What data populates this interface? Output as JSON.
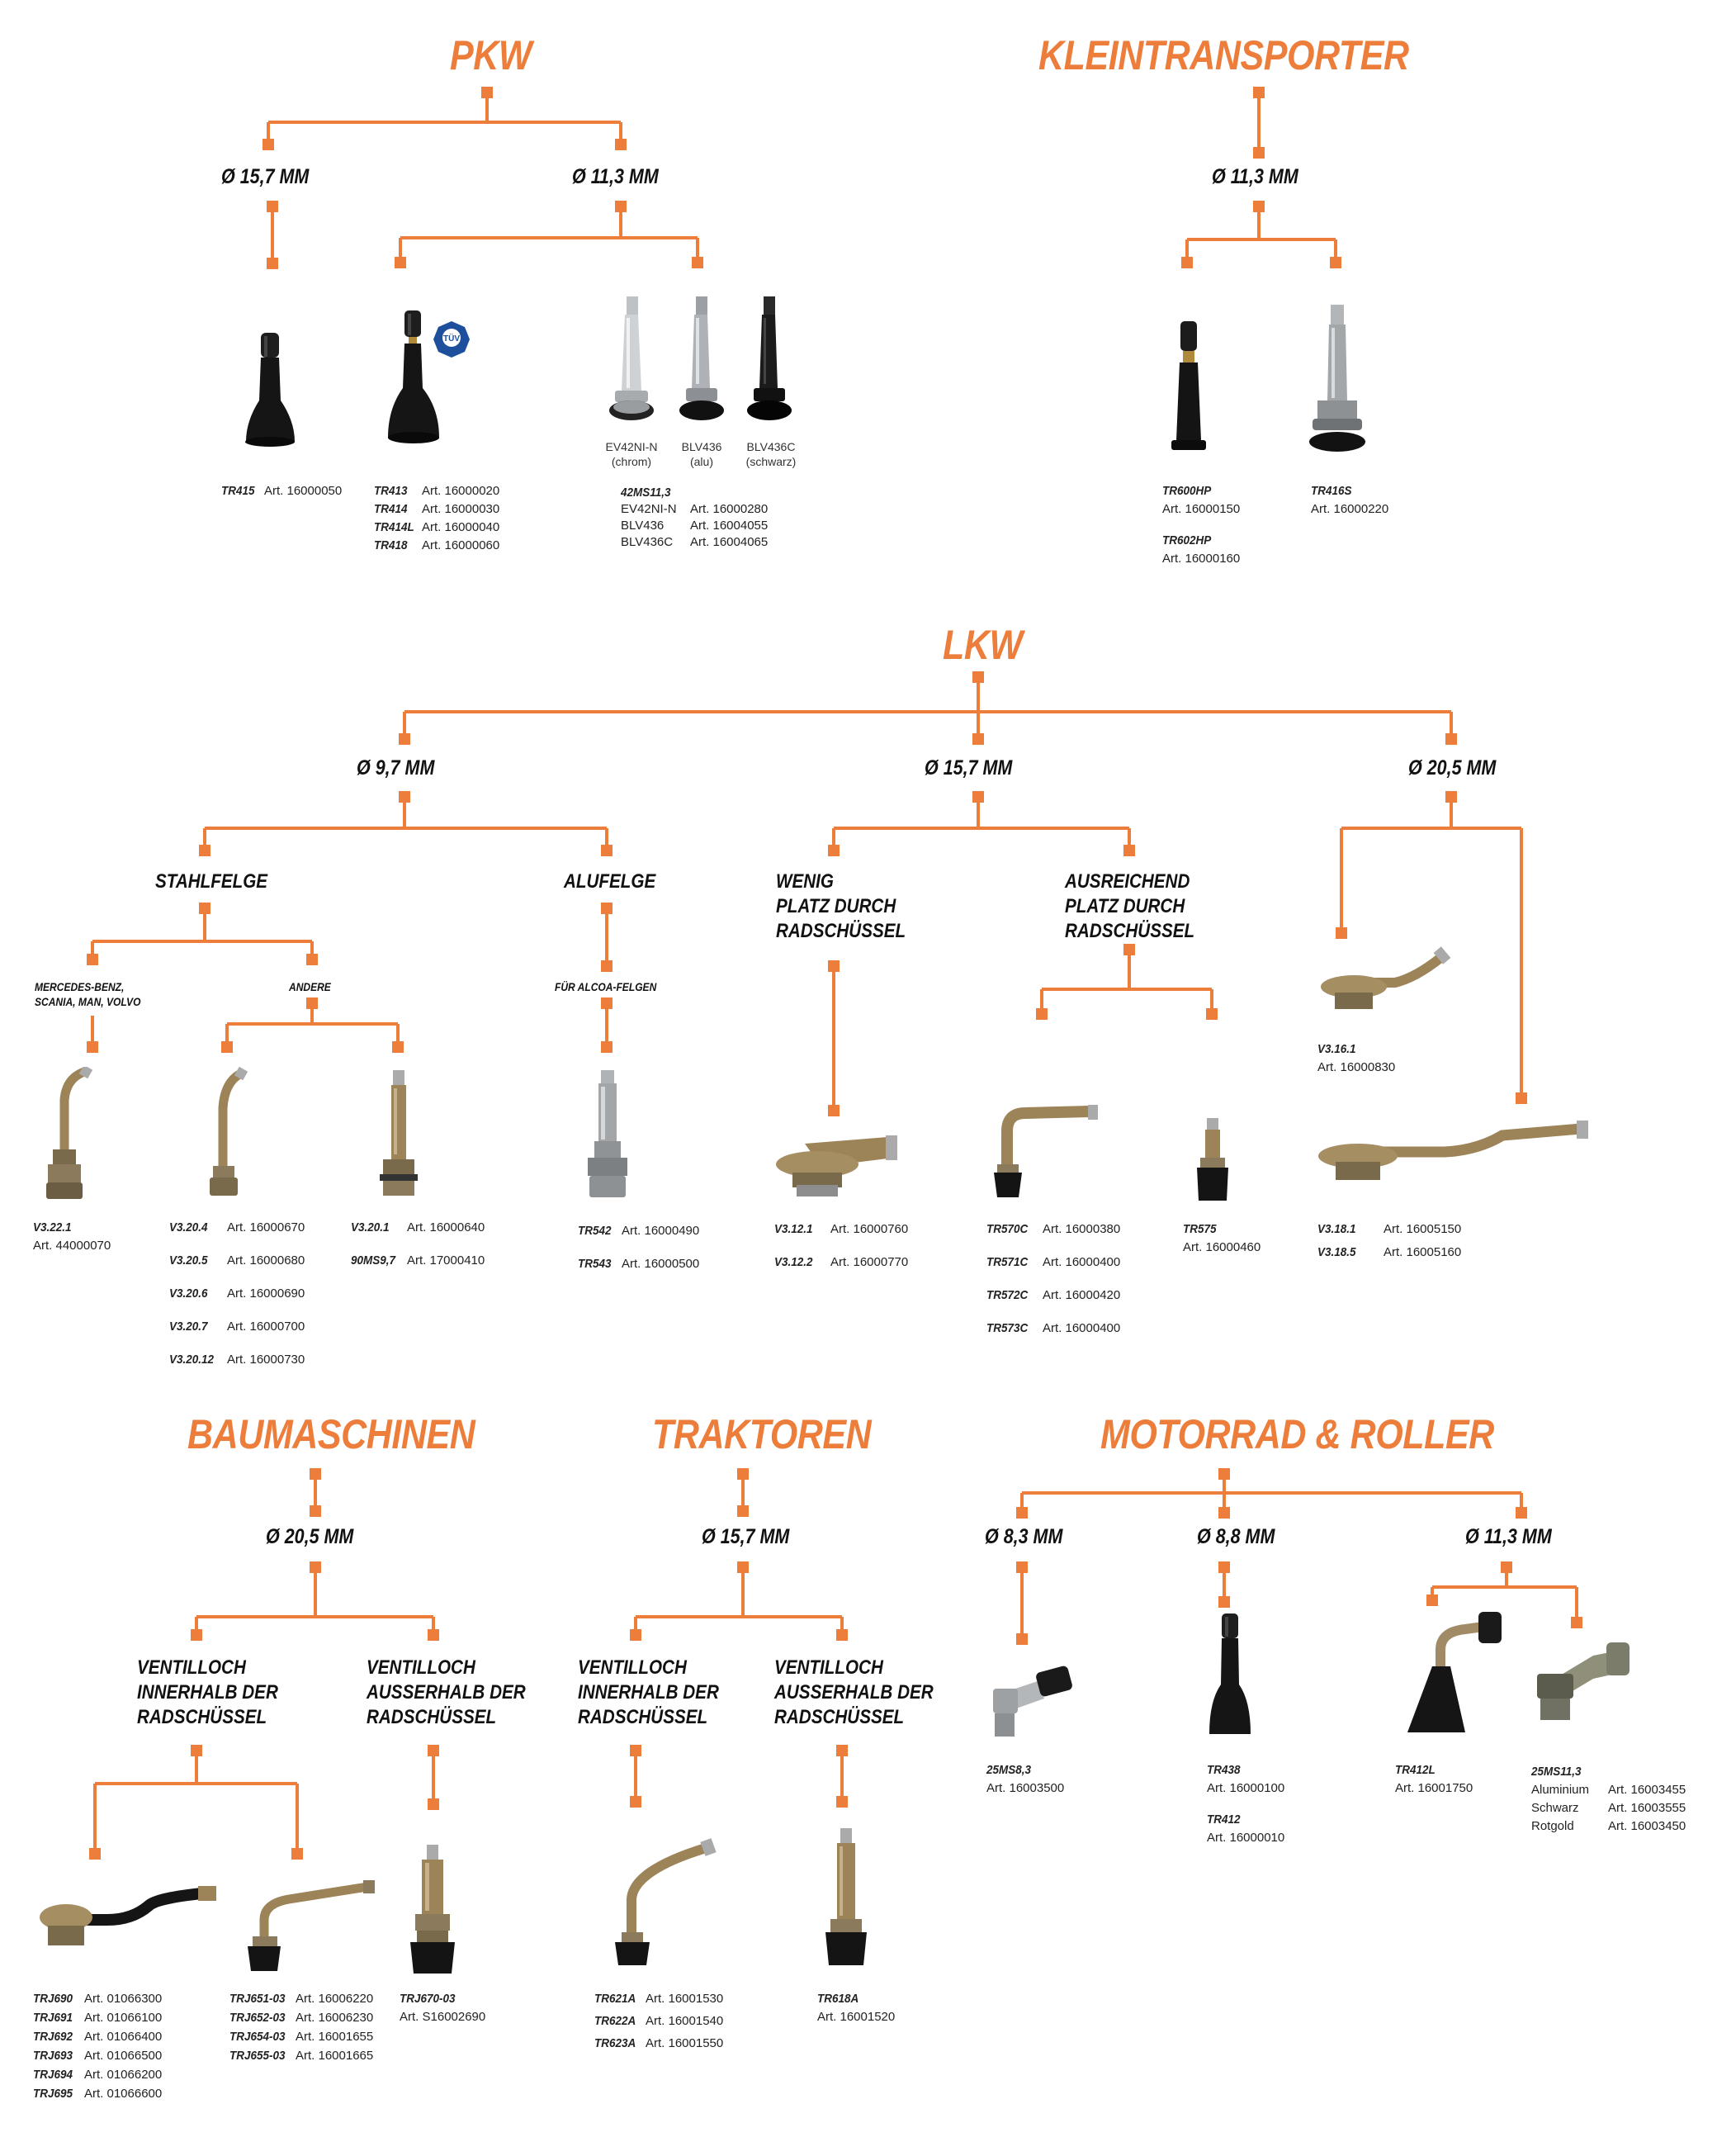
{
  "colors": {
    "accent": "#ec7d3a",
    "text": "#111111",
    "rubber": "#161616",
    "brass": "#9c8358",
    "chrome": "#c7c9cb"
  },
  "sections": {
    "pkw": {
      "title": "PKW",
      "d157": "Ø 15,7 MM",
      "d113": "Ø 11,3 MM",
      "tr415": {
        "code": "TR415",
        "art": "Art. 16000050"
      },
      "tr413_group": [
        {
          "code": "TR413",
          "art": "Art. 16000020"
        },
        {
          "code": "TR414",
          "art": "Art. 16000030"
        },
        {
          "code": "TR414L",
          "art": "Art. 16000040"
        },
        {
          "code": "TR418",
          "art": "Art. 16000060"
        }
      ],
      "captions": [
        "EV42NI-N\n(chrom)",
        "BLV436\n(alu)",
        "BLV436C\n(schwarz)"
      ],
      "ms_group": {
        "code": "42MS11,3",
        "rows": [
          {
            "code": "EV42NI-N",
            "art": "Art. 16000280"
          },
          {
            "code": "BLV436",
            "art": "Art. 16004055"
          },
          {
            "code": "BLV436C",
            "art": "Art. 16004065"
          }
        ]
      }
    },
    "klein": {
      "title": "KLEINTRANSPORTER",
      "d113": "Ø 11,3 MM",
      "tr600": {
        "code": "TR600HP",
        "art": "Art. 16000150"
      },
      "tr602": {
        "code": "TR602HP",
        "art": "Art. 16000160"
      },
      "tr416": {
        "code": "TR416S",
        "art": "Art. 16000220"
      }
    },
    "lkw": {
      "title": "LKW",
      "d97": "Ø 9,7 MM",
      "d157": "Ø 15,7 MM",
      "d205": "Ø 20,5 MM",
      "stahlfelge": "STAHLFELGE",
      "alufelge": "ALUFELGE",
      "wenig": "WENIG\nPLATZ DURCH\nRADSCHÜSSEL",
      "ausreichend": "AUSREICHEND\nPLATZ DURCH\nRADSCHÜSSEL",
      "mercedes": "MERCEDES-BENZ,\nSCANIA, MAN, VOLVO",
      "andere": "ANDERE",
      "alcoa": "FÜR ALCOA-FELGEN",
      "v322": {
        "code": "V3.22.1",
        "art": "Art. 44000070"
      },
      "v320_group": [
        {
          "code": "V3.20.4",
          "art": "Art. 16000670"
        },
        {
          "code": "V3.20.5",
          "art": "Art. 16000680"
        },
        {
          "code": "V3.20.6",
          "art": "Art. 16000690"
        },
        {
          "code": "V3.20.7",
          "art": "Art. 16000700"
        },
        {
          "code": "V3.20.12",
          "art": "Art. 16000730"
        }
      ],
      "v3201_group": [
        {
          "code": "V3.20.1",
          "art": "Art. 16000640"
        },
        {
          "code": "90MS9,7",
          "art": "Art. 17000410"
        }
      ],
      "tr542_group": [
        {
          "code": "TR542",
          "art": "Art. 16000490"
        },
        {
          "code": "TR543",
          "art": "Art. 16000500"
        }
      ],
      "v312_group": [
        {
          "code": "V3.12.1",
          "art": "Art. 16000760"
        },
        {
          "code": "V3.12.2",
          "art": "Art. 16000770"
        }
      ],
      "tr570_group": [
        {
          "code": "TR570C",
          "art": "Art. 16000380"
        },
        {
          "code": "TR571C",
          "art": "Art. 16000400"
        },
        {
          "code": "TR572C",
          "art": "Art. 16000420"
        },
        {
          "code": "TR573C",
          "art": "Art. 16000400"
        }
      ],
      "tr575": {
        "code": "TR575",
        "art": "Art. 16000460"
      },
      "v316": {
        "code": "V3.16.1",
        "art": "Art. 16000830"
      },
      "v318_group": [
        {
          "code": "V3.18.1",
          "art": "Art. 16005150"
        },
        {
          "code": "V3.18.5",
          "art": "Art. 16005160"
        }
      ]
    },
    "bau": {
      "title": "BAUMASCHINEN",
      "d205": "Ø 20,5 MM",
      "inner": "VENTILLOCH\nINNERHALB DER\nRADSCHÜSSEL",
      "outer": "VENTILLOCH\nAUSSERHALB DER\nRADSCHÜSSEL",
      "trj690_group": [
        {
          "code": "TRJ690",
          "art": "Art. 01066300"
        },
        {
          "code": "TRJ691",
          "art": "Art. 01066100"
        },
        {
          "code": "TRJ692",
          "art": "Art. 01066400"
        },
        {
          "code": "TRJ693",
          "art": "Art. 01066500"
        },
        {
          "code": "TRJ694",
          "art": "Art. 01066200"
        },
        {
          "code": "TRJ695",
          "art": "Art. 01066600"
        }
      ],
      "trj651_group": [
        {
          "code": "TRJ651-03",
          "art": "Art. 16006220"
        },
        {
          "code": "TRJ652-03",
          "art": "Art. 16006230"
        },
        {
          "code": "TRJ654-03",
          "art": "Art. 16001655"
        },
        {
          "code": "TRJ655-03",
          "art": "Art. 16001665"
        }
      ],
      "trj670": {
        "code": "TRJ670-03",
        "art": "Art. S16002690"
      }
    },
    "trak": {
      "title": "TRAKTOREN",
      "d157": "Ø 15,7 MM",
      "inner": "VENTILLOCH\nINNERHALB DER\nRADSCHÜSSEL",
      "outer": "VENTILLOCH\nAUSSERHALB DER\nRADSCHÜSSEL",
      "tr621_group": [
        {
          "code": "TR621A",
          "art": "Art. 16001530"
        },
        {
          "code": "TR622A",
          "art": "Art. 16001540"
        },
        {
          "code": "TR623A",
          "art": "Art. 16001550"
        }
      ],
      "tr618": {
        "code": "TR618A",
        "art": "Art. 16001520"
      }
    },
    "moto": {
      "title": "MOTORRAD & ROLLER",
      "d83": "Ø 8,3 MM",
      "d88": "Ø 8,8 MM",
      "d113": "Ø 11,3 MM",
      "ms83": {
        "code": "25MS8,3",
        "art": "Art. 16003500"
      },
      "tr438": {
        "code": "TR438",
        "art": "Art. 16000100"
      },
      "tr412": {
        "code": "TR412",
        "art": "Art. 16000010"
      },
      "tr412l": {
        "code": "TR412L",
        "art": "Art. 16001750"
      },
      "ms113": {
        "code": "25MS11,3",
        "rows": [
          {
            "code": "Aluminium",
            "art": "Art. 16003455"
          },
          {
            "code": "Schwarz",
            "art": "Art. 16003555"
          },
          {
            "code": "Rotgold",
            "art": "Art. 16003450"
          }
        ]
      }
    }
  },
  "badge": "TÜV"
}
